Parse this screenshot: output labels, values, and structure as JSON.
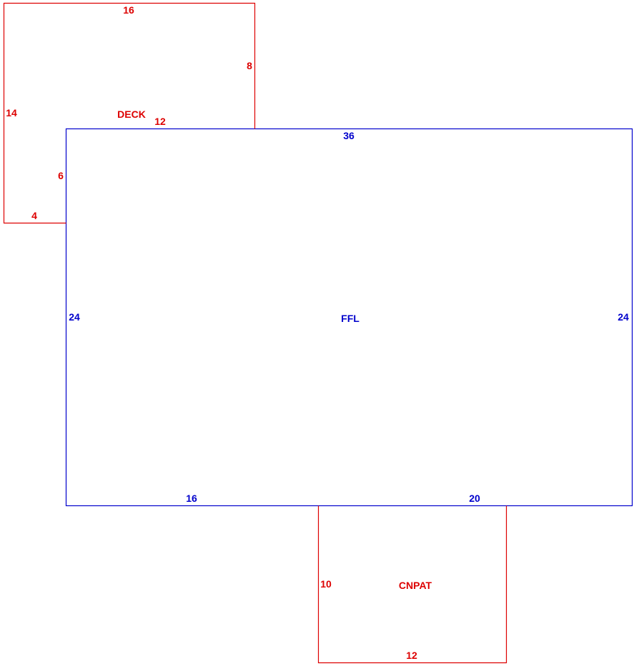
{
  "colors": {
    "ffl": "#0000cc",
    "addon": "#dd0000",
    "background": "#ffffff"
  },
  "areas": {
    "ffl": {
      "label": "FFL",
      "dims": {
        "top": "36",
        "left": "24",
        "right": "24",
        "bottom_left": "16",
        "bottom_right": "20"
      }
    },
    "deck": {
      "label": "DECK",
      "dims": {
        "top": "16",
        "right": "8",
        "left": "14",
        "inner_top": "12",
        "inner_side": "6",
        "bottom": "4"
      }
    },
    "cnpat": {
      "label": "CNPAT",
      "dims": {
        "side": "10",
        "bottom": "12"
      }
    }
  }
}
